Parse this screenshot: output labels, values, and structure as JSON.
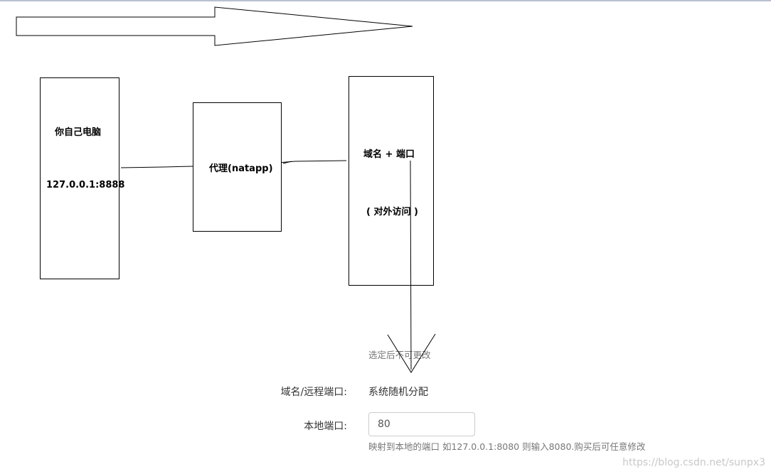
{
  "diagram": {
    "computer_box": {
      "title": "你自己电脑",
      "address": "127.0.0.1:8888"
    },
    "proxy_box": {
      "title": "代理(natapp)"
    },
    "domain_box": {
      "title": "域名 + 端口",
      "subtitle": "( 对外访问 )"
    }
  },
  "form": {
    "lock_hint": "选定后不可更改",
    "domain_port_label": "域名/远程端口:",
    "domain_port_value": "系统随机分配",
    "local_port_label": "本地端口:",
    "local_port_value": "80",
    "local_port_hint": "映射到本地的端口 如127.0.0.1:8080 则输入8080.购买后可任意修改"
  },
  "watermark": "https://blog.csdn.net/sunpx3"
}
